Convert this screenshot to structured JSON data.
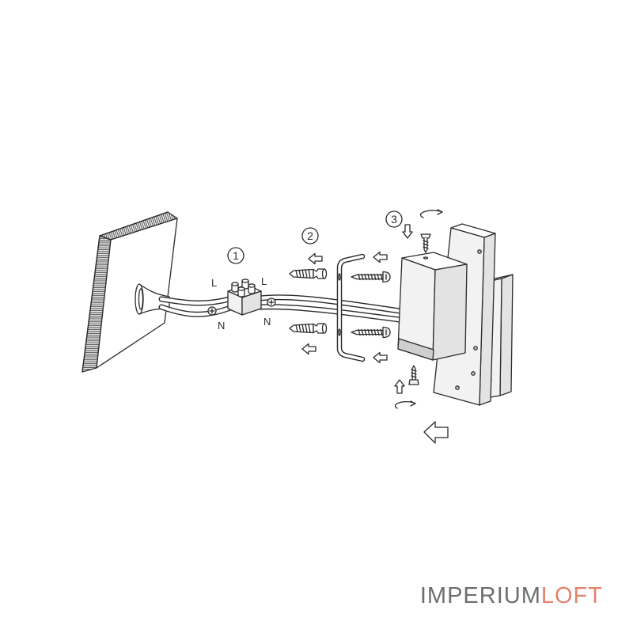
{
  "step_markers": {
    "step1": "1",
    "step2": "2",
    "step3": "3"
  },
  "wire_labels": {
    "live_in": "L",
    "live_out": "L",
    "neutral_in": "N",
    "neutral_out": "N"
  },
  "watermark": {
    "brand_main": "IMPERIUM",
    "brand_accent": "LOFT"
  },
  "colors": {
    "ink": "#2b2b2b",
    "watermark_main": "#6e6e6e",
    "watermark_accent": "#e3836c"
  },
  "icons": [
    "arrow-left-icon",
    "arrow-down-icon",
    "arrow-up-icon",
    "rotate-icon",
    "large-arrow-left-icon"
  ]
}
